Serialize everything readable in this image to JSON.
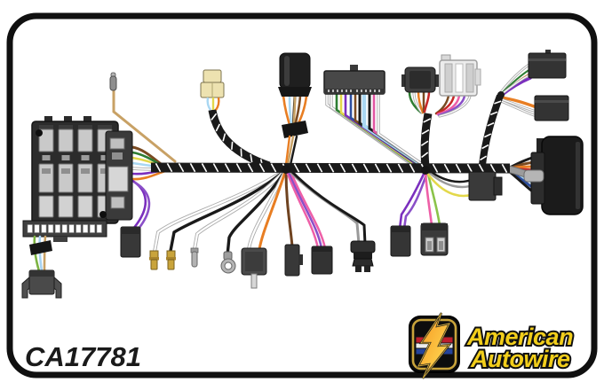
{
  "frame": {
    "background": "#ffffff",
    "border_color": "#101010"
  },
  "part_number": "CA17781",
  "brand": {
    "line1": "American",
    "line2": "Autowire",
    "badge_icon": "lightning-bolt-icon",
    "colors": {
      "text_gold": "#F2CE1B",
      "text_outline": "#101010",
      "badge_background": "#0D0D0D",
      "badge_border_gold": "#C9A43B",
      "stripe_red": "#BE1E2D",
      "stripe_white": "#EDEDED",
      "stripe_blue": "#24439B",
      "bolt_orange": "#F7941D",
      "bolt_yellow": "#FFE45C"
    }
  },
  "harness": {
    "trunk_color": "#1A1A1A",
    "wrap_tick_color": "#FFFFFF",
    "components": [
      "fuse-block",
      "ground-connector",
      "purple-pair-connector-left",
      "tan-test-lead",
      "cream-two-cavity-connector",
      "round-bulkhead-connector",
      "multi-pin-dash-connector",
      "accessory-connector",
      "white-ignition-connector",
      "brass-bullet-terminal",
      "brass-bullet-terminal",
      "pin-terminal",
      "ring-terminal",
      "flasher-connector",
      "brown-lead-connector",
      "pink-purple-connector",
      "round-socket-connector",
      "purple-pair-connector-right",
      "pink-green-pin-connector",
      "under-trunk-square-connector",
      "top-right-connector-a",
      "top-right-connector-b",
      "right-bulkhead-connector"
    ],
    "wire_colors": {
      "purple": "#7B2FBE",
      "violet": "#8A4FC8",
      "pink": "#EE5FA7",
      "magenta": "#E256A3",
      "green": "#2E7D32",
      "lime": "#8BC34A",
      "yellow": "#E3D84A",
      "light_blue": "#A9D7F2",
      "blue": "#2D4E9E",
      "brown": "#7A4A21",
      "tan": "#C8A165",
      "orange": "#E87E23",
      "red": "#C62828",
      "gray": "#9A9A9A",
      "black": "#1A1A1A",
      "white": "#FFFFFF",
      "brass": "#C9A43B",
      "silver": "#ABABAB"
    }
  }
}
